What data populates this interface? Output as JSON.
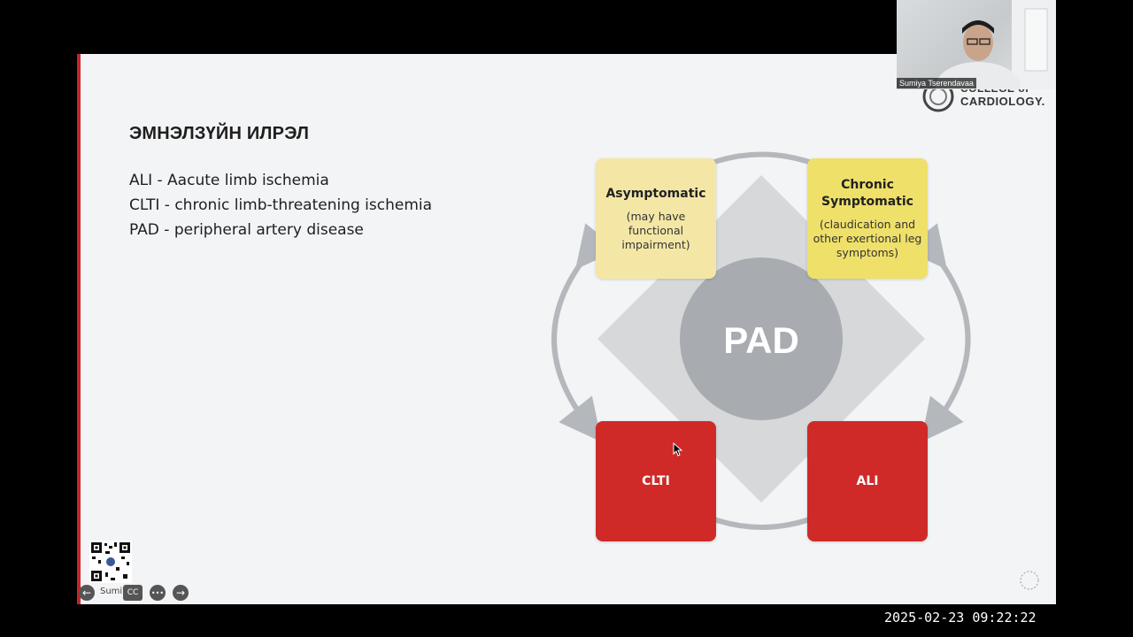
{
  "slide": {
    "title": "ЭМНЭЛЗҮЙН ИЛРЭЛ",
    "bullets": [
      "ALI - Aacute limb ischemia",
      "CLTI - chronic limb-threatening ischemia",
      "PAD - peripheral artery disease"
    ],
    "accent_color": "#c8242b"
  },
  "diagram": {
    "center_label": "PAD",
    "boxes": {
      "asymptomatic": {
        "title": "Asymptomatic",
        "subtitle": "(may have functional impairment)",
        "color": "#f4e7a6"
      },
      "chronic": {
        "title": "Chronic Symptomatic",
        "subtitle": "(claudication and other exertional leg symptoms)",
        "color": "#efe06a"
      },
      "clti": {
        "title": "CLTI",
        "color": "#cf2a28"
      },
      "ali": {
        "title": "ALI",
        "color": "#cf2a28"
      }
    }
  },
  "branding": {
    "line1": "COLLEGE of",
    "line2": "CARDIOLOGY."
  },
  "webcam": {
    "participant_name": "Sumiya Tserendavaa"
  },
  "toolbar": {
    "name_fragment": "Sumiya",
    "cc_label": "CC",
    "more_label": "•••"
  },
  "timestamp": "2025-02-23  09:22:22"
}
